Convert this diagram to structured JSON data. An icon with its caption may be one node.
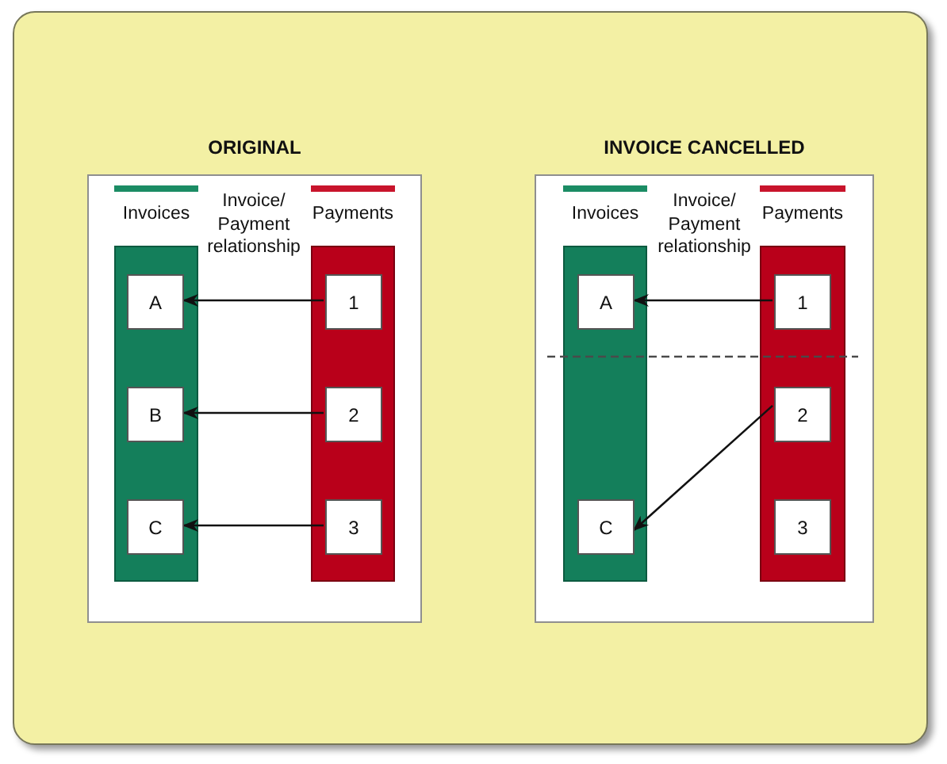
{
  "diagram": {
    "nodes": [
      {
        "text": [
          "ORIGINAL"
        ]
      },
      {
        "text": [
          "Invoices"
        ],
        "in": 0
      },
      {
        "text": [
          "A"
        ],
        "in": 1
      },
      {
        "text": [
          "B"
        ],
        "in": 1
      },
      {
        "text": [
          "C"
        ],
        "in": 1
      },
      {
        "text": [
          "Payments"
        ],
        "in": 0
      },
      {
        "text": [
          "1"
        ],
        "in": 5
      },
      {
        "text": [
          "2"
        ],
        "in": 5
      },
      {
        "text": [
          "3"
        ],
        "in": 5
      },
      {
        "text": [
          "INVOICE CANCELLED"
        ]
      },
      {
        "text": [
          "Invoices"
        ],
        "in": 9
      },
      {
        "text": [
          "A"
        ],
        "in": 10
      },
      {
        "text": [
          "C"
        ],
        "in": 10
      },
      {
        "text": [
          "Payments"
        ],
        "in": 9
      },
      {
        "text": [
          "1"
        ],
        "in": 13
      },
      {
        "text": [
          "2"
        ],
        "in": 13
      },
      {
        "text": [
          "3"
        ],
        "in": 13
      }
    ],
    "edges": [
      {
        "from": 6,
        "to": 2,
        "arrow": "to"
      },
      {
        "from": 7,
        "to": 3,
        "arrow": "to"
      },
      {
        "from": 8,
        "to": 4,
        "arrow": "to"
      },
      {
        "from": 14,
        "to": 11,
        "arrow": "to"
      },
      {
        "from": 15,
        "to": 12,
        "arrow": "to"
      }
    ],
    "labels": [
      "Invoice/ Payment relationship",
      "Invoice/ Payment relationship"
    ]
  }
}
